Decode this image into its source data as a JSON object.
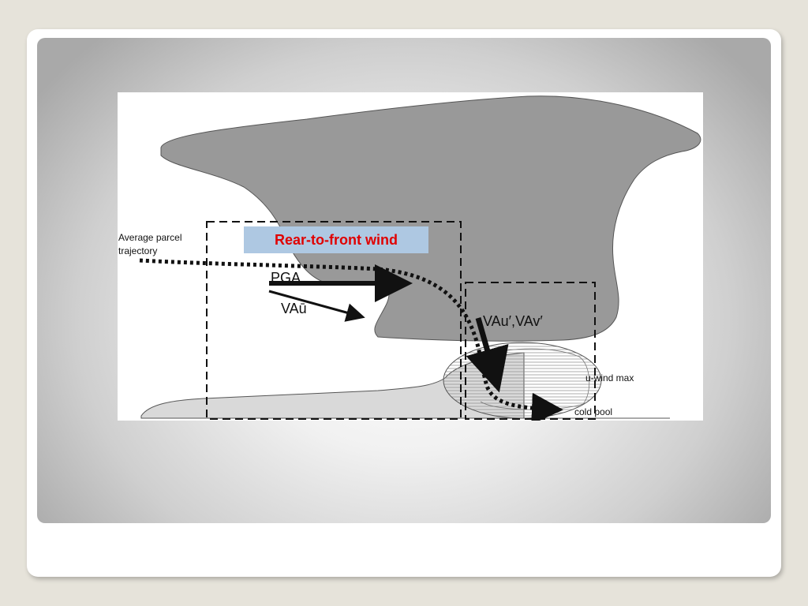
{
  "figure": {
    "title": "Rear-to-front wind",
    "labels": {
      "trajectory_line1": "Average parcel",
      "trajectory_line2": "trajectory",
      "pga": "PGA",
      "vau_bar": "VAū",
      "vau_prime": "VAu′,VAv′",
      "u_wind_max": "u-wind max",
      "cold_pool": "cold pool"
    },
    "colors": {
      "cloud": "#999999",
      "surface": "#d9d9d9",
      "title_bg": "#aec8e2",
      "title_text": "#e00000"
    }
  }
}
